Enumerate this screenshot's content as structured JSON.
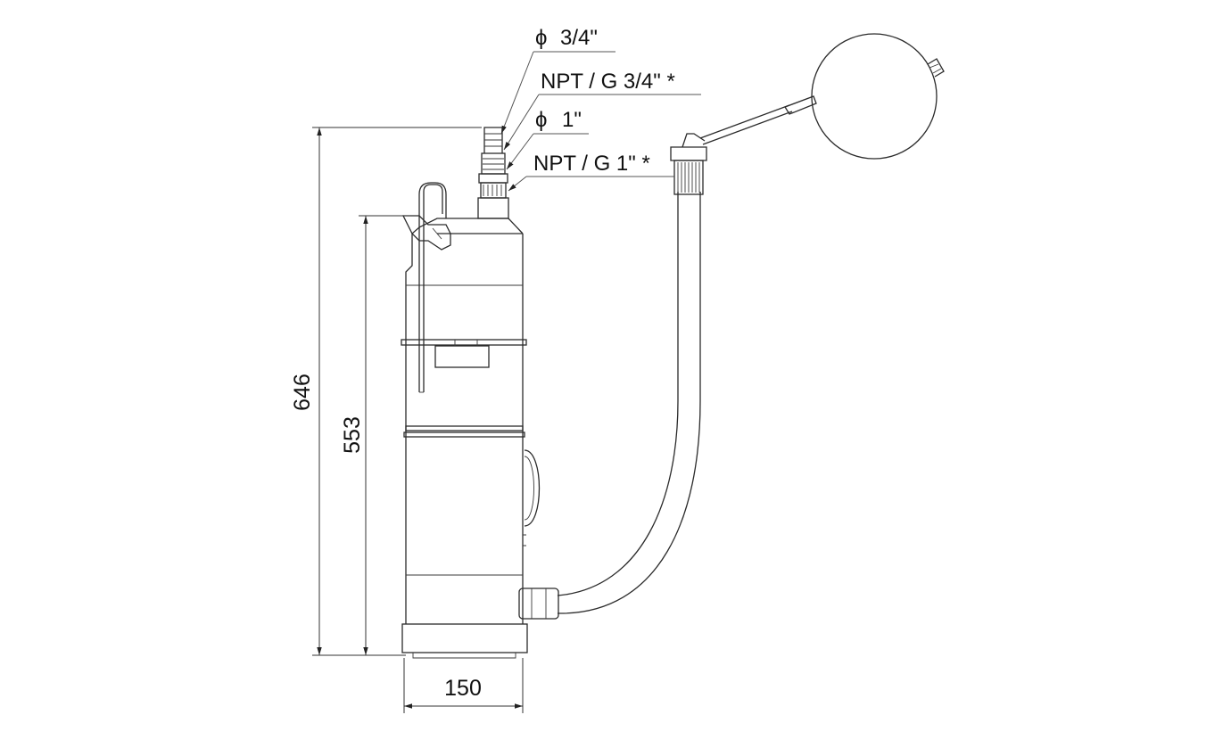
{
  "drawing": {
    "callouts": {
      "outlet_hose_small": "3/4\"",
      "outlet_thread_small": "NPT / G 3/4\" *",
      "outlet_hose_large": "1\"",
      "outlet_thread_large": "NPT / G 1\" *",
      "diameter_symbol": "ϕ"
    },
    "dimensions": {
      "total_height": "646",
      "body_height": "553",
      "body_width": "150"
    }
  }
}
